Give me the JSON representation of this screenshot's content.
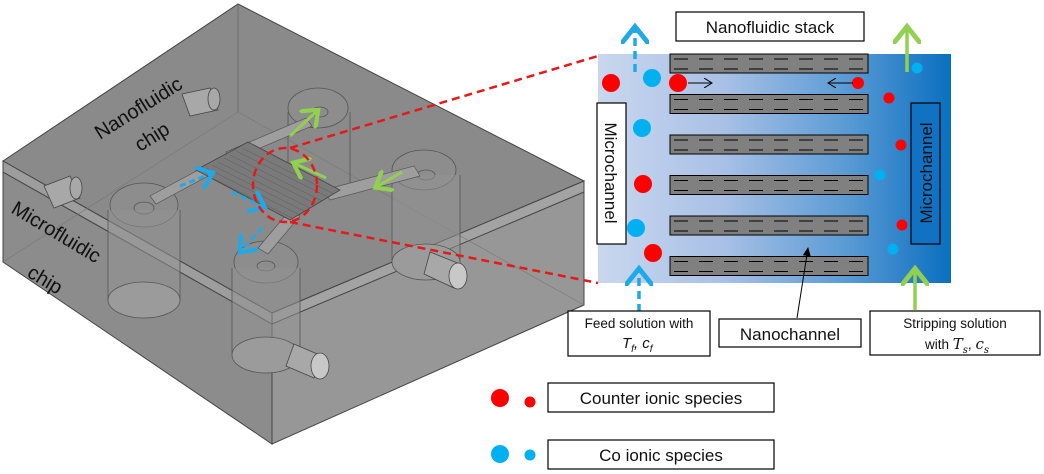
{
  "chip": {
    "nanofluidic_label_line1": "Nanofluidic",
    "nanofluidic_label_line2": "chip",
    "microfluidic_label_line1": "Microfluidic",
    "microfluidic_label_line2": "chip"
  },
  "zoom": {
    "stack_label": "Nanofluidic stack",
    "left_channel_label": "Microchannel",
    "right_channel_label": "Microchannel",
    "nanochannel_label": "Nanochannel",
    "feed_label_line1": "Feed solution with",
    "feed_label_line2_T": "T",
    "feed_label_line2_sub": "f",
    "feed_label_line2_c": "c",
    "stripping_label_line1": "Stripping solution",
    "stripping_label_line2_prefix": "with ",
    "stripping_label_line2_T": "T",
    "stripping_label_line2_sub": "s",
    "stripping_label_line2_c": "c",
    "nanochannel_count": 6
  },
  "legend": {
    "counter_label": "Counter ionic species",
    "co_label": "Co ionic species"
  },
  "colors": {
    "counter_ion": "#ff0000",
    "co_ion": "#00b0f0",
    "feed_arrow": "#1fa9e6",
    "strip_arrow": "#92d050",
    "zoom_line": "#e41a1a",
    "channel_light": "#c9d7ee",
    "channel_dark": "#0b6fc0",
    "plate": "#808080"
  }
}
